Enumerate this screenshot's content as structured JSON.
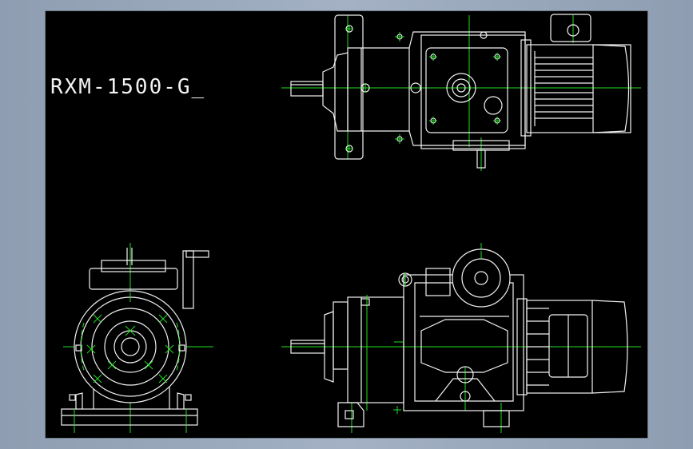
{
  "drawing": {
    "model_label": "RXM-1500-G_",
    "colors": {
      "background": "#000000",
      "linework": "#f2f2f2",
      "centerlines": "#22dd22",
      "frame": "#9aa8bb"
    },
    "views": [
      "top-view",
      "end-view",
      "side-view"
    ]
  }
}
